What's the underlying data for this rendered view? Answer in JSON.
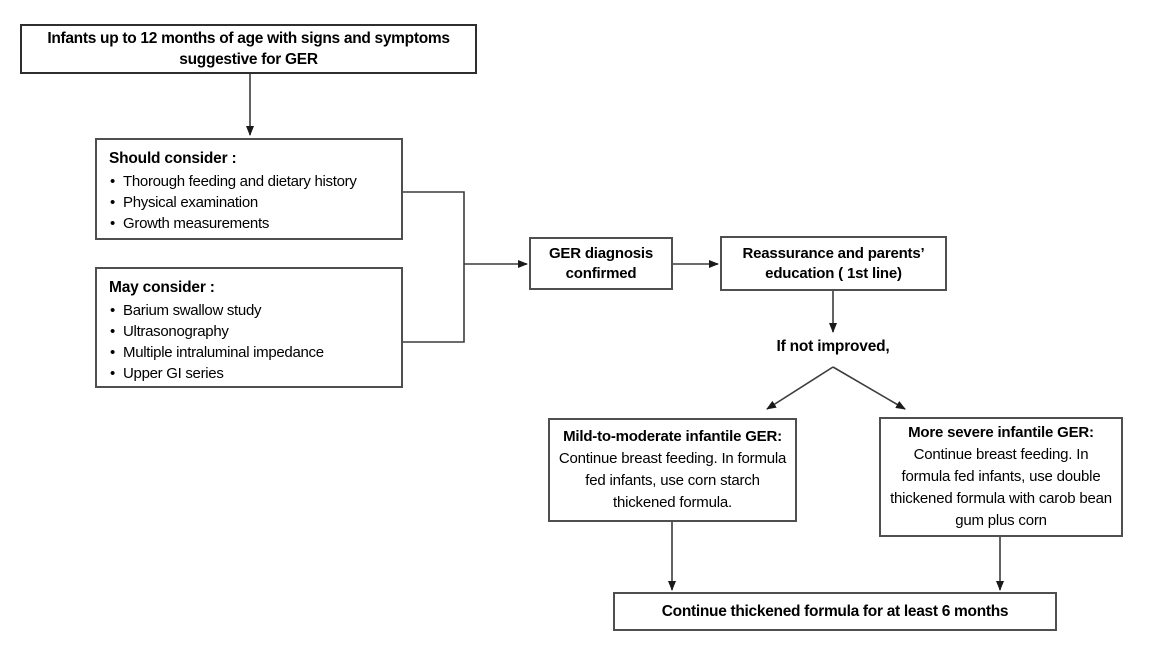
{
  "colors": {
    "bg": "#ffffff",
    "text": "#000000",
    "box_border": "#4f4f4f",
    "title_border": "#2e2e2e",
    "line": "#3c3c3c"
  },
  "boxes": {
    "infants": {
      "lines": [
        "Infants up to 12 months of age with signs and symptoms",
        "suggestive for GER"
      ]
    },
    "should_consider": {
      "heading": "Should consider :",
      "items": [
        "Thorough feeding and dietary history",
        "Physical examination",
        "Growth measurements"
      ]
    },
    "may_consider": {
      "heading": "May consider :",
      "items": [
        "Barium swallow study",
        "Ultrasonography",
        "Multiple intraluminal impedance",
        "Upper GI series"
      ]
    },
    "ger_confirmed": {
      "lines": [
        "GER diagnosis",
        "confirmed"
      ]
    },
    "reassurance": {
      "lines": [
        "Reassurance and parents’",
        "education ( 1st line)"
      ]
    },
    "branch_label": {
      "text": "If not improved,"
    },
    "mild_moderate": {
      "title": "Mild-to-moderate infantile GER:",
      "body": "Continue breast feeding. In formula fed infants, use corn starch thickened formula."
    },
    "more_severe": {
      "title": "More severe infantile GER:",
      "body": "Continue breast feeding. In formula fed infants, use double thickened formula with carob bean gum plus corn"
    },
    "continue_formula": {
      "text": "Continue thickened formula for at least 6 months"
    }
  }
}
